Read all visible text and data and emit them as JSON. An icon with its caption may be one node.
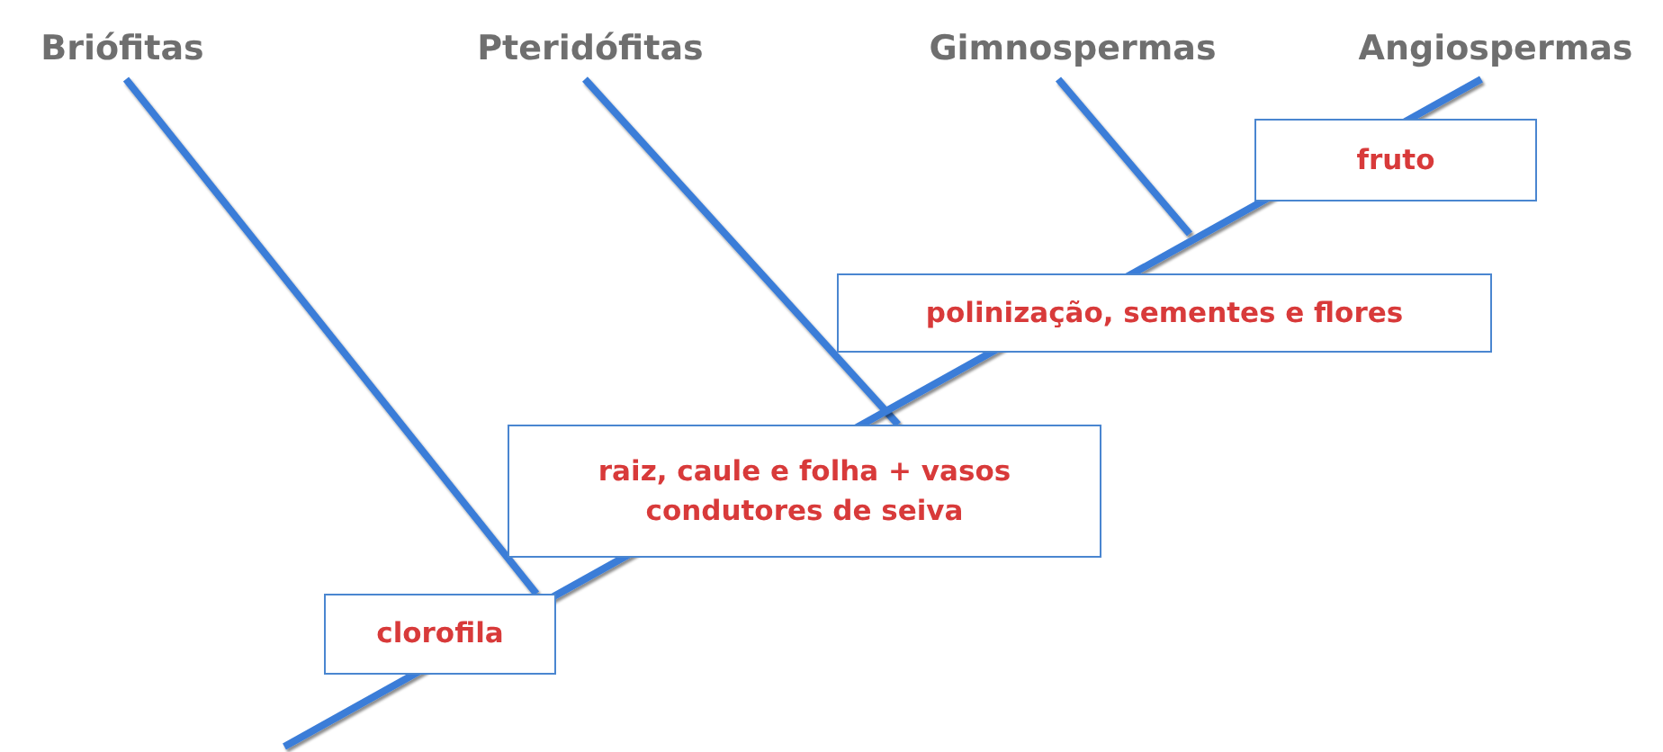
{
  "diagram": {
    "nodes": [
      {
        "text": [
          "Briófitas"
        ]
      },
      {
        "text": [
          "Pteridófitas"
        ]
      },
      {
        "text": [
          "Gimnospermas"
        ]
      },
      {
        "text": [
          "Angiospermas"
        ]
      },
      {
        "text": [
          "clorofila"
        ]
      },
      {
        "text": [
          "raiz, caule e folha + vasos condutores de seiva"
        ]
      },
      {
        "text": [
          "polinização, sementes e flores"
        ]
      },
      {
        "text": [
          "fruto"
        ]
      }
    ],
    "edges": [
      {
        "from": 4,
        "to": 0,
        "arrow": "none"
      },
      {
        "from": 5,
        "to": 1,
        "arrow": "none"
      },
      {
        "from": null,
        "to": 2,
        "arrow": "none"
      },
      {
        "from": null,
        "to": 3,
        "arrow": "none"
      }
    ]
  }
}
